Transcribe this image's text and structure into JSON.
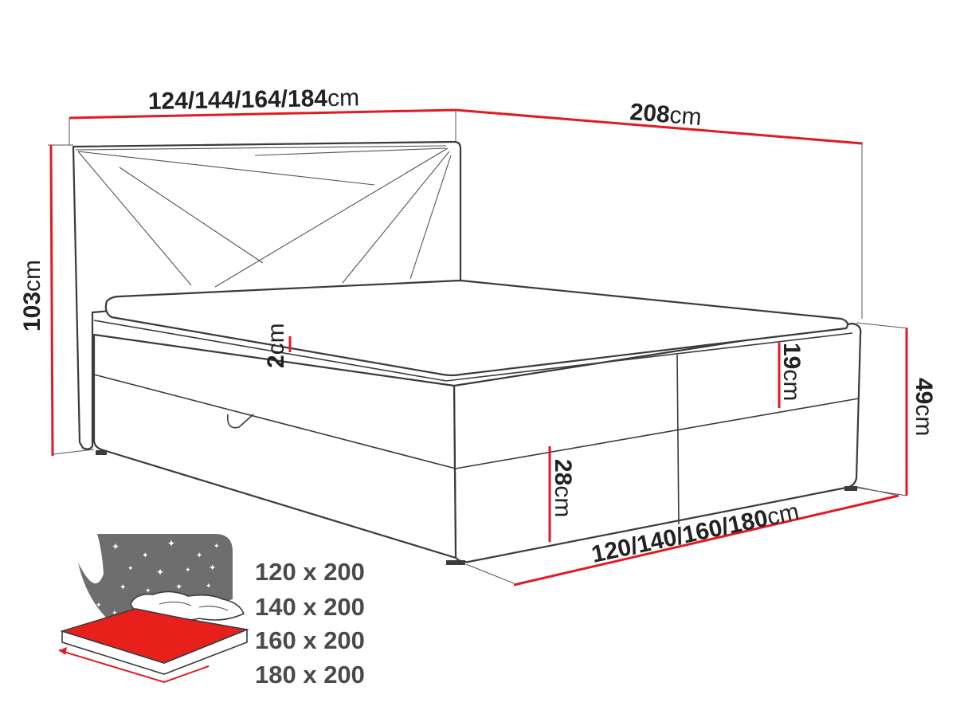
{
  "dimensions": {
    "width_total": {
      "value": "124/144/164/184",
      "unit": "cm"
    },
    "length_total": {
      "value": "208",
      "unit": "cm"
    },
    "headboard_height": {
      "value": "103",
      "unit": "cm"
    },
    "bed_height": {
      "value": "49",
      "unit": "cm"
    },
    "topper_thickness": {
      "value": "2",
      "unit": "cm"
    },
    "mattress_height": {
      "value": "19",
      "unit": "cm"
    },
    "base_height": {
      "value": "28",
      "unit": "cm"
    },
    "sleeping_width": {
      "value": "120/140/160/180",
      "unit": "cm"
    }
  },
  "sizes": [
    "120 x 200",
    "140 x 200",
    "160 x 200",
    "180 x 200"
  ],
  "colors": {
    "dimension_line": "#e01b24",
    "outline": "#3b3b3b",
    "night_panel": "#6e6e6e",
    "mattress_top": "#e8201c"
  }
}
